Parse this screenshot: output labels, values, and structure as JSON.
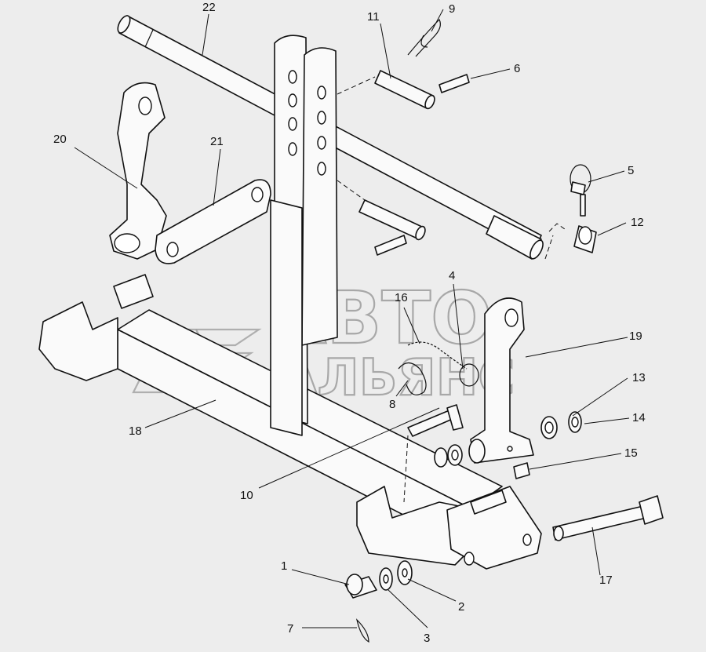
{
  "diagram": {
    "watermark": {
      "line1": "АВТО",
      "line2": "АЛЬЯНС"
    },
    "callouts": [
      {
        "id": "22",
        "label": "22"
      },
      {
        "id": "11",
        "label": "11"
      },
      {
        "id": "9",
        "label": "9"
      },
      {
        "id": "6",
        "label": "6"
      },
      {
        "id": "20",
        "label": "20"
      },
      {
        "id": "21",
        "label": "21"
      },
      {
        "id": "5",
        "label": "5"
      },
      {
        "id": "12",
        "label": "12"
      },
      {
        "id": "4",
        "label": "4"
      },
      {
        "id": "16",
        "label": "16"
      },
      {
        "id": "19",
        "label": "19"
      },
      {
        "id": "13",
        "label": "13"
      },
      {
        "id": "14",
        "label": "14"
      },
      {
        "id": "15",
        "label": "15"
      },
      {
        "id": "8",
        "label": "8"
      },
      {
        "id": "18",
        "label": "18"
      },
      {
        "id": "10",
        "label": "10"
      },
      {
        "id": "17",
        "label": "17"
      },
      {
        "id": "1",
        "label": "1"
      },
      {
        "id": "2",
        "label": "2"
      },
      {
        "id": "3",
        "label": "3"
      },
      {
        "id": "7",
        "label": "7"
      }
    ]
  }
}
